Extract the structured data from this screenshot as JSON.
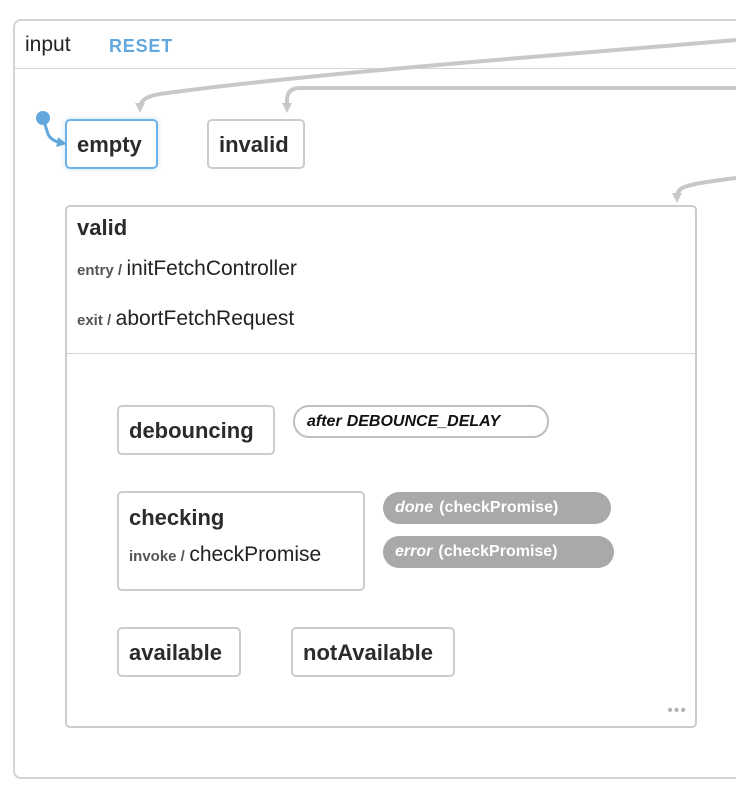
{
  "machine": {
    "title": "input",
    "reset_label": "RESET"
  },
  "states": {
    "empty": "empty",
    "invalid": "invalid",
    "valid": {
      "title": "valid",
      "entry_label": "entry /",
      "entry_action": "initFetchController",
      "exit_label": "exit /",
      "exit_action": "abortFetchRequest",
      "children": {
        "debouncing": "debouncing",
        "checking": {
          "title": "checking",
          "invoke_label": "invoke /",
          "invoke_action": "checkPromise"
        },
        "available": "available",
        "notAvailable": "notAvailable"
      }
    }
  },
  "events": {
    "after": {
      "keyword": "after",
      "name": "DEBOUNCE_DELAY"
    },
    "done": {
      "keyword": "done",
      "name": "(checkPromise)"
    },
    "error": {
      "keyword": "error",
      "name": "(checkPromise)"
    }
  },
  "more_indicator": "•••",
  "colors": {
    "active": "#62a8de",
    "edge": "#c8c8c8",
    "border": "#cccccc",
    "event_fill": "#a9a9a9"
  }
}
